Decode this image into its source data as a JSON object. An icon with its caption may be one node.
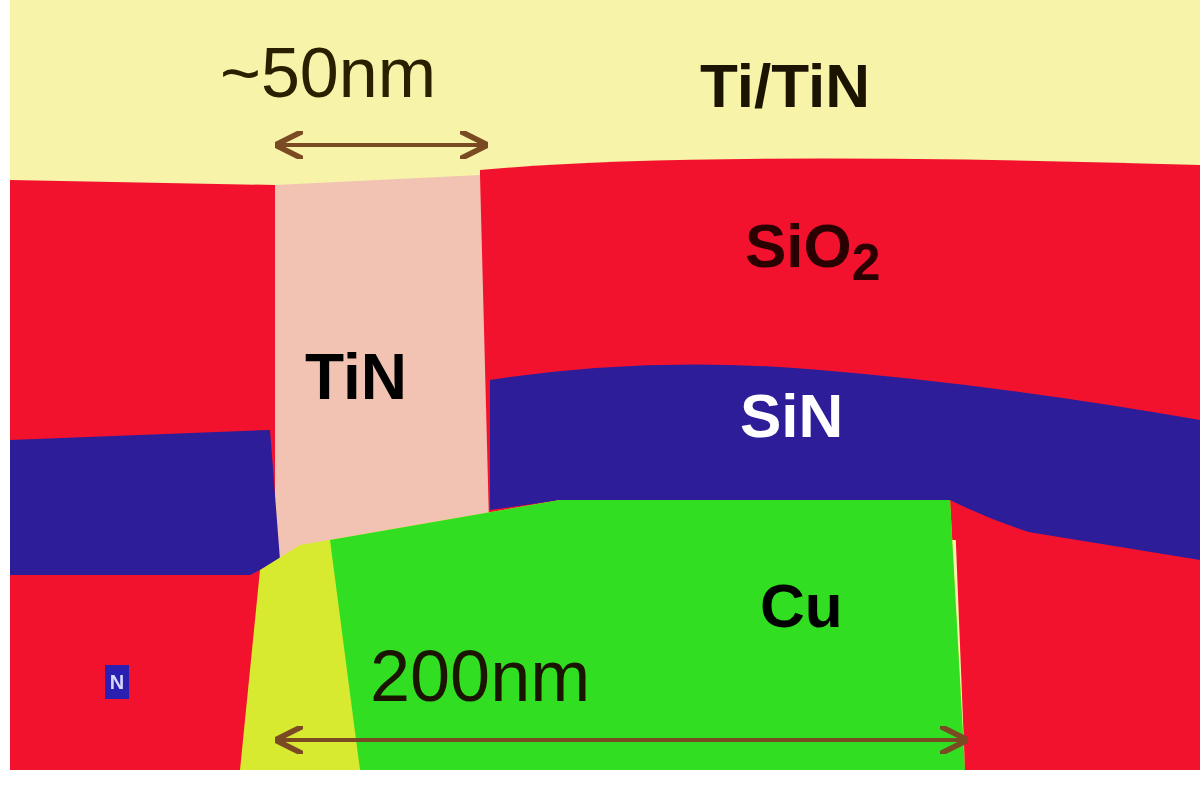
{
  "diagram": {
    "labels": [
      "~50nm",
      "Ti/TiN",
      "SiO$_{2}$",
      "TiN",
      "SiN",
      "Cu",
      "200nm"
    ],
    "legend": [
      {
        "text": "N",
        "color": "#2a1fb0"
      }
    ]
  }
}
